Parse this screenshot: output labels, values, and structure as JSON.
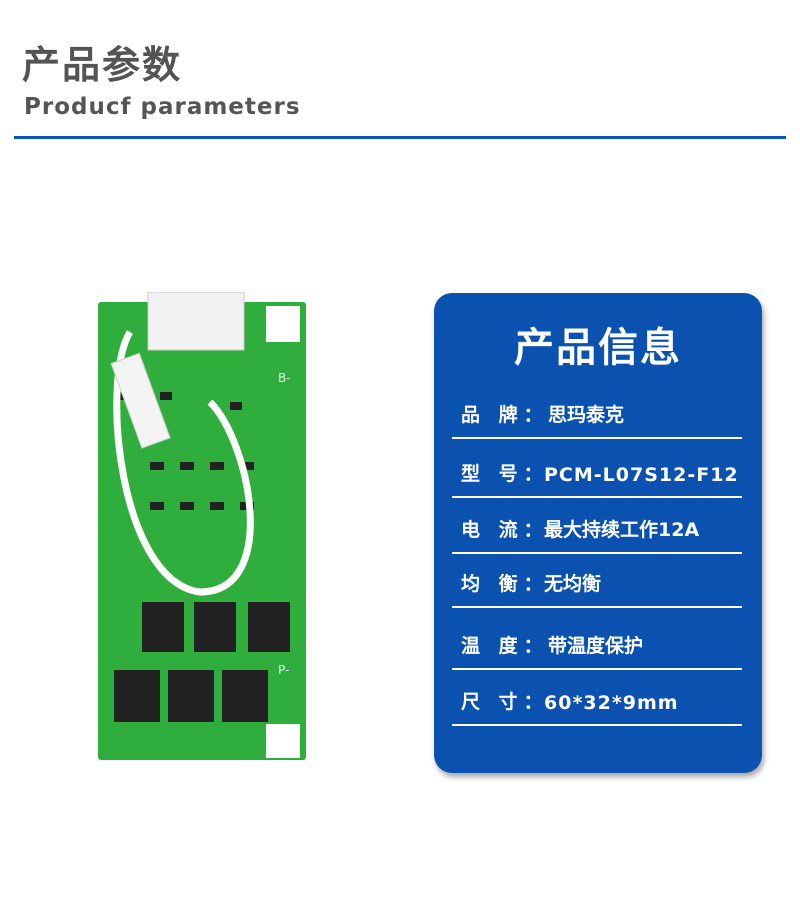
{
  "header": {
    "title_cn": "产品参数",
    "title_en": "Producf parameters"
  },
  "colors": {
    "accent": "#0a51b0",
    "pcb": "#2fae3e"
  },
  "card": {
    "title": "产品信息",
    "rows": [
      {
        "label": "品 牌：",
        "value": "思玛泰克"
      },
      {
        "label": "型 号：",
        "value": "PCM-L07S12-F12"
      },
      {
        "label": "电 流：",
        "value": "最大持续工作12A"
      },
      {
        "label": "均 衡：",
        "value": "无均衡"
      },
      {
        "label": "温 度：",
        "value": "带温度保护"
      },
      {
        "label": "尺 寸：",
        "value": "60*32*9mm"
      }
    ]
  },
  "pcb": {
    "labels": [
      "B-",
      "P-"
    ]
  }
}
